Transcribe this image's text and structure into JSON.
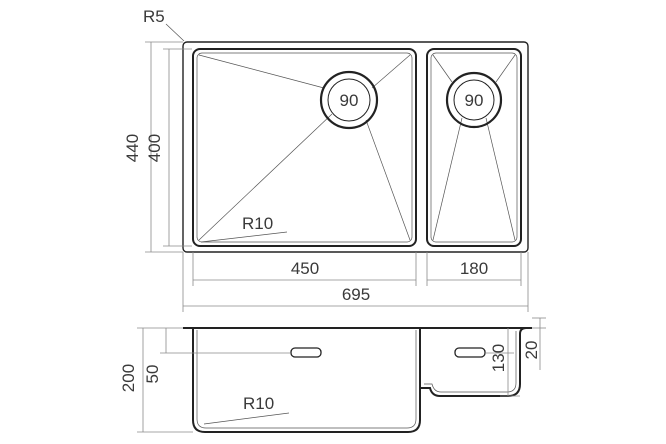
{
  "labels": {
    "corner_radius": "R5",
    "height_total": "440",
    "height_bowl": "400",
    "drain_left": "90",
    "drain_right": "90",
    "inner_radius_top": "R10",
    "width_left_bowl": "450",
    "width_right_bowl": "180",
    "width_total": "695",
    "depth_total": "200",
    "depth_offset": "50",
    "depth_small_bowl": "130",
    "lip_height": "20",
    "inner_radius_section": "R10"
  }
}
